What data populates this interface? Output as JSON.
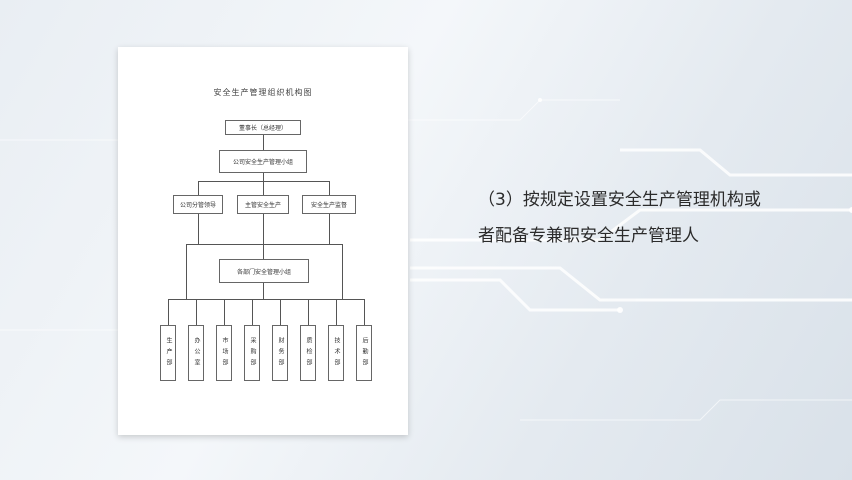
{
  "document": {
    "title": "安全生产管理组织机构图",
    "level1": "董事长（总经理）",
    "level2": "公司安全生产管理小组",
    "level3": [
      "公司分管领导",
      "主管安全生产",
      "安全生产监督"
    ],
    "level4": "各部门安全管理小组",
    "departments": [
      "生产部",
      "办公室",
      "市场部",
      "采购部",
      "财务部",
      "质检部",
      "技术部",
      "后勤部"
    ]
  },
  "caption": {
    "text": "（3）按规定设置安全生产管理机构或者配备专兼职安全生产管理人"
  }
}
